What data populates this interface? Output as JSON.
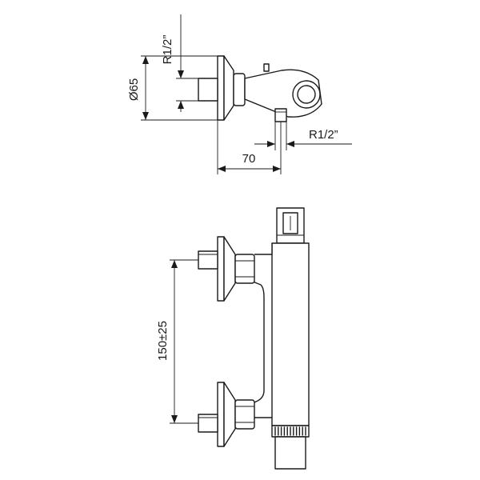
{
  "dimensions": {
    "inlet_thread_top": "R1/2”",
    "outlet_thread": "R1/2”",
    "flange_diameter": "Ø65",
    "wall_projection": "70",
    "inlet_spacing": "150±25"
  }
}
